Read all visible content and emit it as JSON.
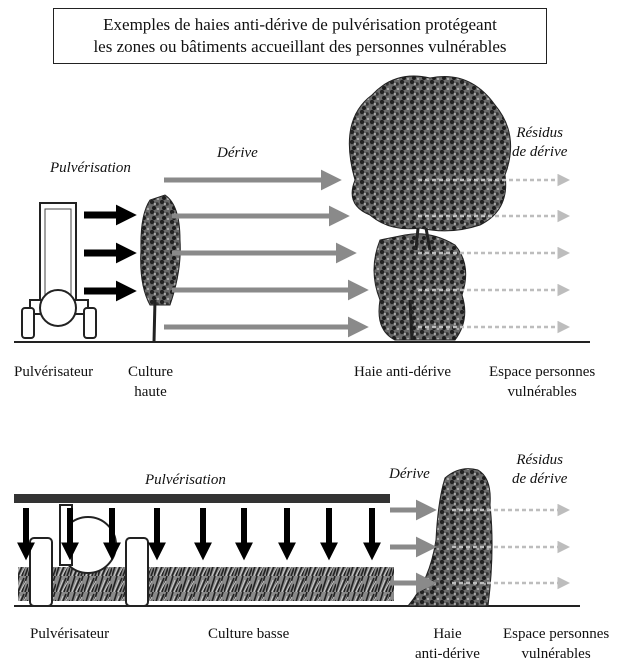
{
  "title": {
    "line1": "Exemples de haies anti-dérive de pulvérisation protégeant",
    "line2": "les zones ou bâtiments accueillant des personnes vulnérables"
  },
  "diagram_top": {
    "spray_label": "Pulvérisation",
    "drift_label": "Dérive",
    "residue_label_line1": "Résidus",
    "residue_label_line2": "de dérive",
    "sprayer_label": "Pulvérisateur",
    "crop_label_line1": "Culture",
    "crop_label_line2": "haute",
    "hedge_label": "Haie anti-dérive",
    "zone_label_line1": "Espace personnes",
    "zone_label_line2": "vulnérables"
  },
  "diagram_bottom": {
    "spray_label": "Pulvérisation",
    "drift_label": "Dérive",
    "residue_label_line1": "Résidus",
    "residue_label_line2": "de dérive",
    "sprayer_label": "Pulvérisateur",
    "crop_label": "Culture basse",
    "hedge_label_line1": "Haie",
    "hedge_label_line2": "anti-dérive",
    "zone_label_line1": "Espace personnes",
    "zone_label_line2": "vulnérables"
  },
  "colors": {
    "spray_arrow": "#000000",
    "drift_arrow": "#8a8a8a",
    "residue_arrow": "#bdbdbd",
    "foliage": "#3a3a3a"
  }
}
